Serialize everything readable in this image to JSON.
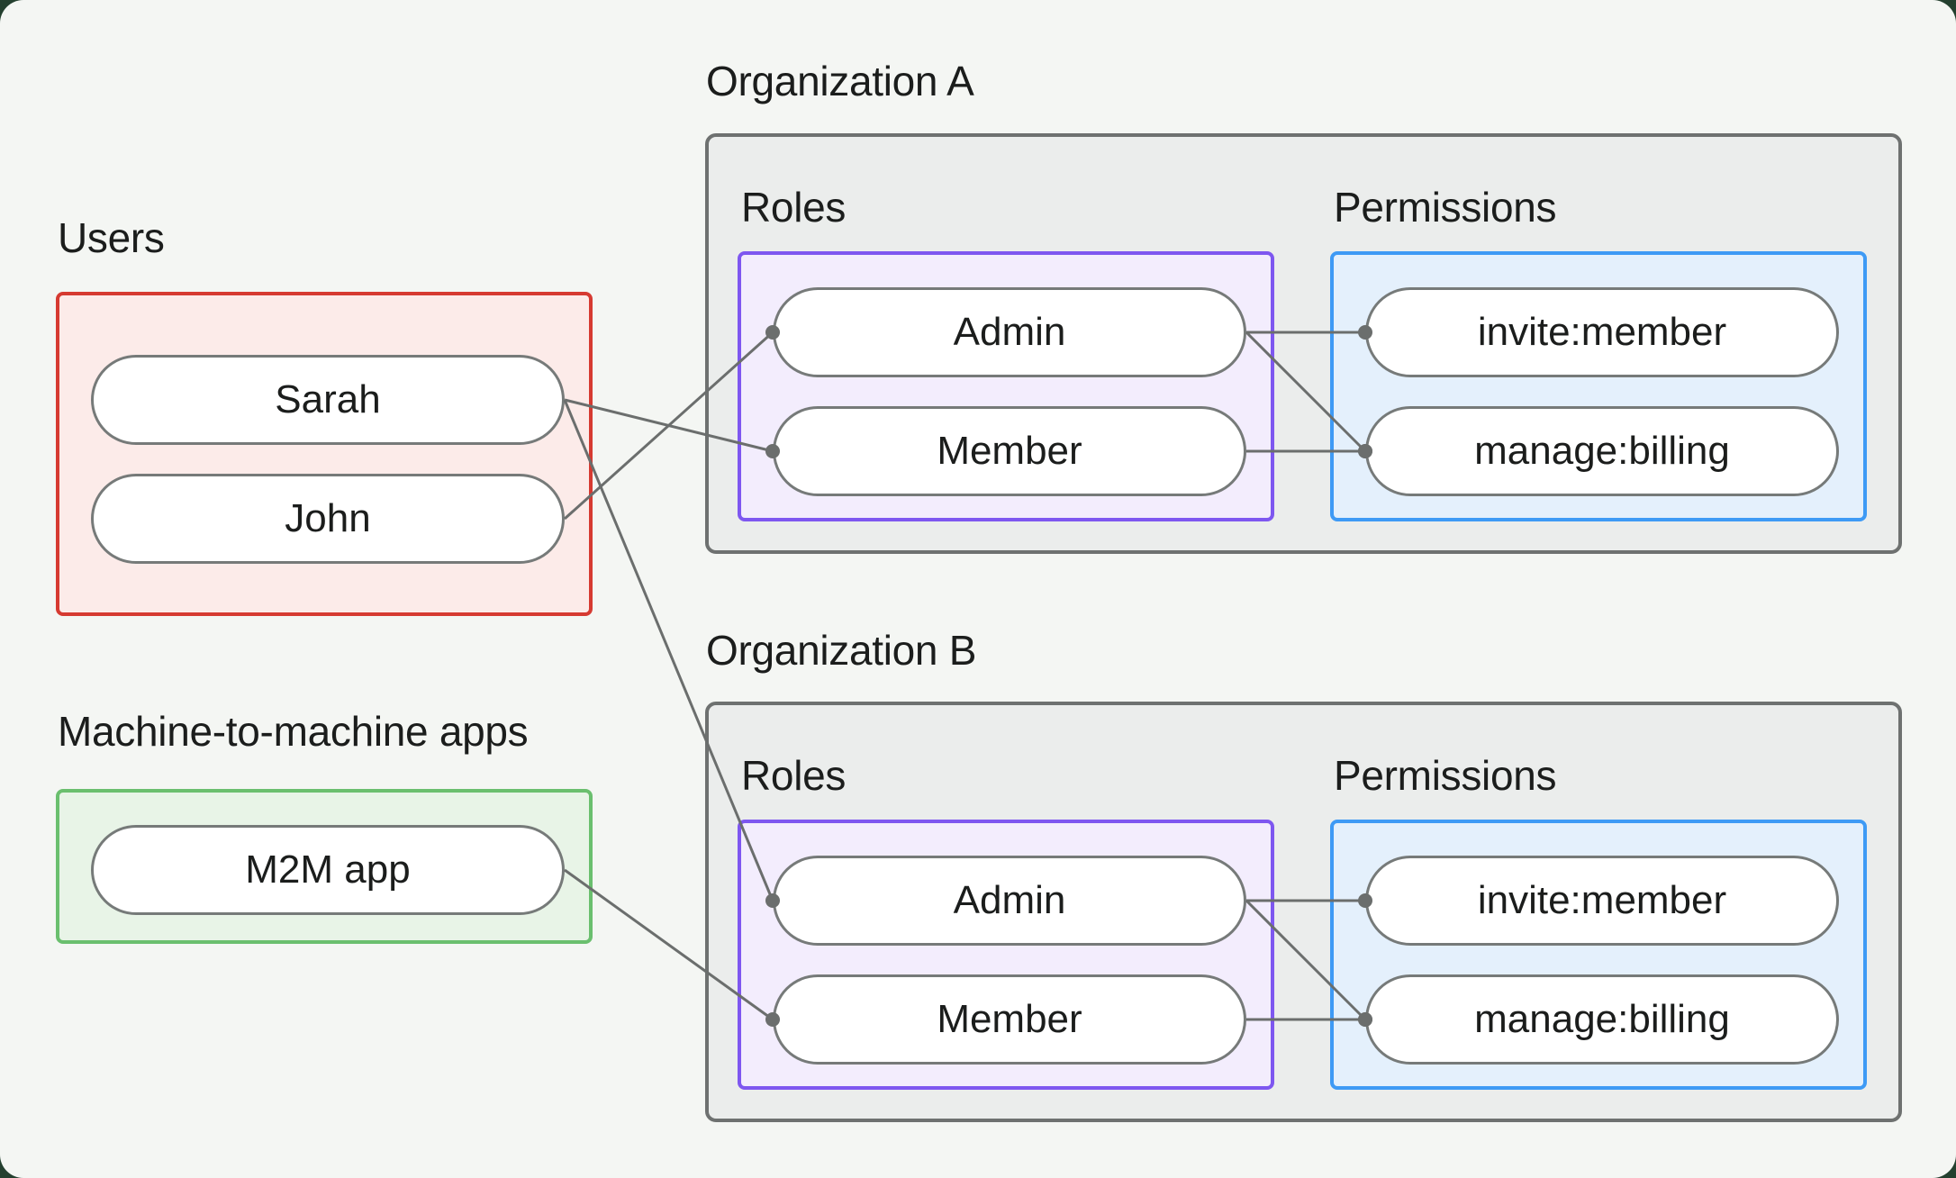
{
  "labels": {
    "users": "Users",
    "m2m_apps": "Machine-to-machine apps",
    "org_a": "Organization A",
    "org_b": "Organization B",
    "roles": "Roles",
    "permissions": "Permissions"
  },
  "nodes": {
    "sarah": "Sarah",
    "john": "John",
    "m2m_app": "M2M app",
    "a_admin": "Admin",
    "a_member": "Member",
    "a_invite": "invite:member",
    "a_manage": "manage:billing",
    "b_admin": "Admin",
    "b_member": "Member",
    "b_invite": "invite:member",
    "b_manage": "manage:billing"
  },
  "connections": [
    {
      "from": "sarah",
      "to": "a_member"
    },
    {
      "from": "john",
      "to": "a_admin"
    },
    {
      "from": "sarah",
      "to": "b_admin"
    },
    {
      "from": "m2m_app",
      "to": "b_member"
    },
    {
      "from": "a_admin",
      "to": "a_invite"
    },
    {
      "from": "a_admin",
      "to": "a_manage"
    },
    {
      "from": "a_member",
      "to": "a_manage"
    },
    {
      "from": "b_admin",
      "to": "b_invite"
    },
    {
      "from": "b_admin",
      "to": "b_manage"
    },
    {
      "from": "b_member",
      "to": "b_manage"
    }
  ],
  "colors": {
    "page_background": "#24402f",
    "panel_background": "#f4f6f3",
    "org_box_fill": "#ebedec",
    "org_box_border": "#6e7170",
    "users_box_fill": "#fcebe9",
    "users_box_border": "#d63a31",
    "m2m_box_fill": "#e8f4e7",
    "m2m_box_border": "#6abf6e",
    "roles_box_fill": "#f3edfd",
    "roles_box_border": "#7e57f0",
    "permissions_box_fill": "#e4f0fc",
    "permissions_box_border": "#3e9af5",
    "node_fill": "#ffffff",
    "node_border": "#767a79",
    "connector": "#6b6e6d",
    "text": "#1b1d1c"
  }
}
